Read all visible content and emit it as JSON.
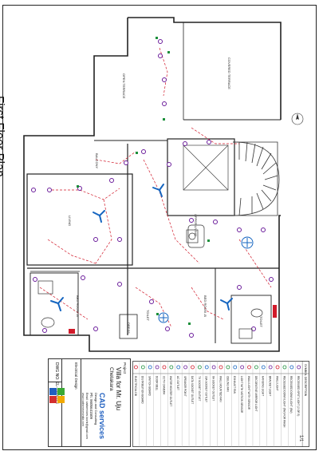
{
  "plan": {
    "title": "First Floor Plan",
    "rooms": {
      "open_terrace": "OPEN TERRACE",
      "covered_terrace": "COVERED TERRACE",
      "balcony": "BALCONY",
      "living": "LIVING",
      "bed_room_a": "BED ROOM -A",
      "bed_room_b": "BED ROOM -B",
      "toilet": "TOILET",
      "dress": "DRESS",
      "upper_living": "UPPER LIVING"
    }
  },
  "legend": {
    "header": "SYMBOL  DESCRIPTION",
    "items": [
      "RECESSED SPOT LIGHT (2 OR 3)",
      "RECESSED DOWN LIGHT (6W)",
      "RECESSED DOWN LIGHT (6W) FOR WASH",
      "WALL LIGHT",
      "BRACKET LIGHT",
      "HANGING LIGHT",
      "DECORATIVE MIRROR LIGHT",
      "WALL LIGHT WITH SENSOR",
      "LIGHT WITH MOTION SENSOR",
      "EXHAUST FAN",
      "CEILING FAN",
      "WALL MOUNTED FAN",
      "6A SOCKET OUTLET",
      "16A SOCKET OUTLET",
      "TV SOCKET OUTLET",
      "DATA SOCKET OUTLET",
      "SPEAKER POINT",
      "AC OUTLET",
      "WATER HEATER OUTLET",
      "CCTV CAMERA",
      "DOOR BELL",
      "SWITCH BOARD",
      "DISTRIBUTION BOARD",
      "ELECTRICAL DB"
    ]
  },
  "title_block": {
    "project_label": "Project",
    "project_name": "Villa for Mr. Uju",
    "location": "Chelakara",
    "electrical_design": "Electrical Design",
    "company": "CAD services",
    "company_sub": "Design and Consulting",
    "phone": "Ph: 9605641509",
    "email": "Email: cadservices.kochi@gmail.com",
    "web": "www.cadservicesindia.com",
    "drawing_no": "DWG NO: EL-16-07-23",
    "logo_tag": "CADs",
    "page": "1/1"
  },
  "colors": {
    "wall": "#222222",
    "circuit": "#d11a2a",
    "fixture": "#6a1b9a",
    "fan": "#1565c0",
    "socket_green": "#1b8f3a",
    "logo_blue": "#1f5fbf",
    "logo_green": "#3aa935",
    "logo_red": "#d32f2f"
  }
}
